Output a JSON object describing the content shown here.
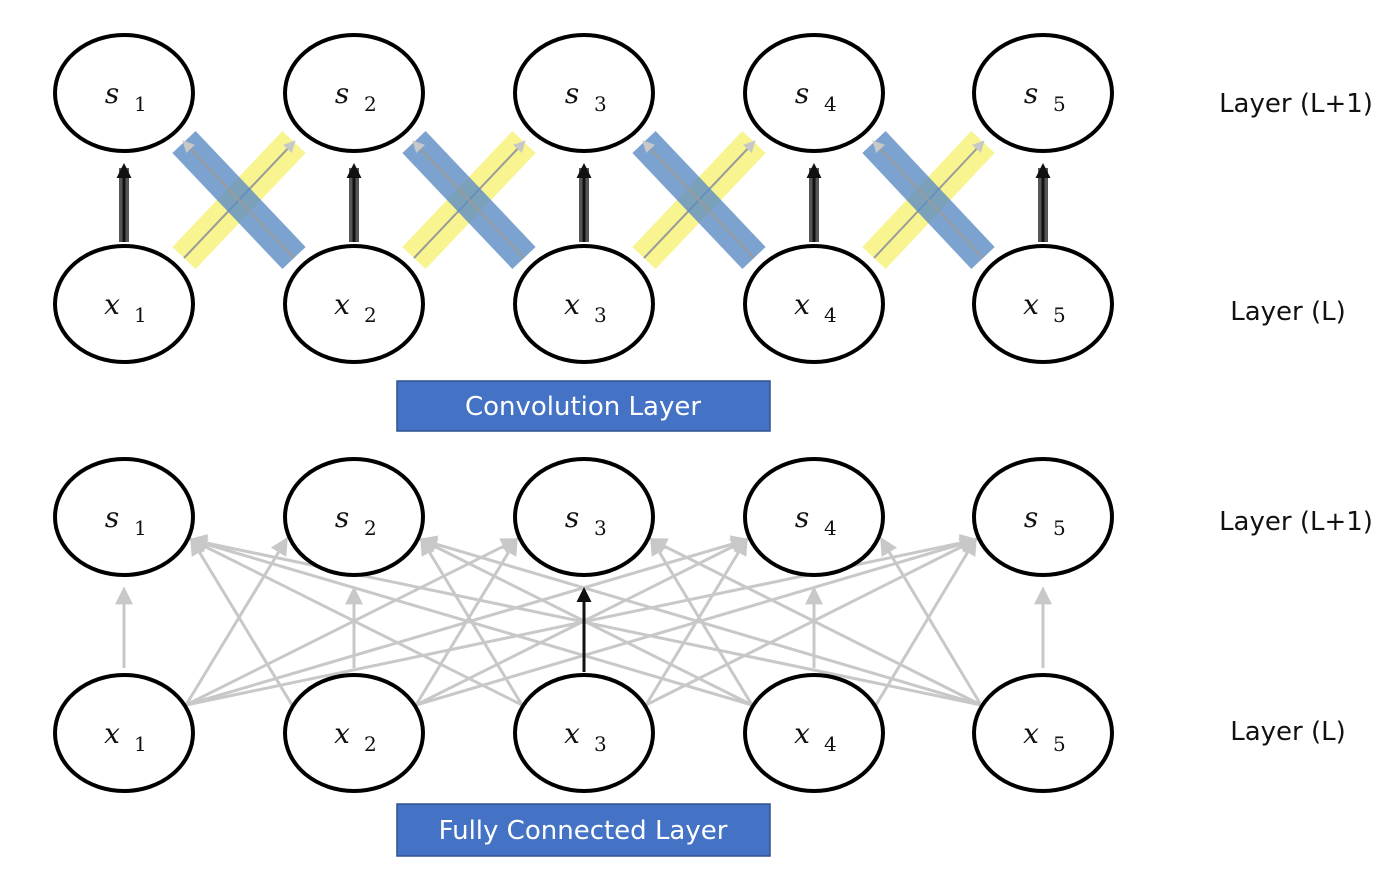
{
  "conv": {
    "title": "Convolution Layer",
    "upper_layer_label": "Layer (L+1)",
    "lower_layer_label": "Layer (L)",
    "outputs": [
      {
        "symbol": "s",
        "sub": "1"
      },
      {
        "symbol": "s",
        "sub": "2"
      },
      {
        "symbol": "s",
        "sub": "3"
      },
      {
        "symbol": "s",
        "sub": "4"
      },
      {
        "symbol": "s",
        "sub": "5"
      }
    ],
    "inputs": [
      {
        "symbol": "x",
        "sub": "1"
      },
      {
        "symbol": "x",
        "sub": "2"
      },
      {
        "symbol": "x",
        "sub": "3"
      },
      {
        "symbol": "x",
        "sub": "4"
      },
      {
        "symbol": "x",
        "sub": "5"
      }
    ],
    "connections": [
      {
        "from": 0,
        "to": 0,
        "kind": "direct"
      },
      {
        "from": 0,
        "to": 1,
        "kind": "yellow"
      },
      {
        "from": 1,
        "to": 0,
        "kind": "blue"
      },
      {
        "from": 1,
        "to": 1,
        "kind": "direct"
      },
      {
        "from": 1,
        "to": 2,
        "kind": "yellow"
      },
      {
        "from": 2,
        "to": 1,
        "kind": "blue"
      },
      {
        "from": 2,
        "to": 2,
        "kind": "direct"
      },
      {
        "from": 2,
        "to": 3,
        "kind": "yellow"
      },
      {
        "from": 3,
        "to": 2,
        "kind": "blue"
      },
      {
        "from": 3,
        "to": 3,
        "kind": "direct"
      },
      {
        "from": 3,
        "to": 4,
        "kind": "yellow"
      },
      {
        "from": 4,
        "to": 3,
        "kind": "blue"
      },
      {
        "from": 4,
        "to": 4,
        "kind": "direct"
      }
    ]
  },
  "fc": {
    "title": "Fully Connected Layer",
    "upper_layer_label": "Layer (L+1)",
    "lower_layer_label": "Layer (L)",
    "outputs": [
      {
        "symbol": "s",
        "sub": "1"
      },
      {
        "symbol": "s",
        "sub": "2"
      },
      {
        "symbol": "s",
        "sub": "3"
      },
      {
        "symbol": "s",
        "sub": "4"
      },
      {
        "symbol": "s",
        "sub": "5"
      }
    ],
    "inputs": [
      {
        "symbol": "x",
        "sub": "1"
      },
      {
        "symbol": "x",
        "sub": "2"
      },
      {
        "symbol": "x",
        "sub": "3"
      },
      {
        "symbol": "x",
        "sub": "4"
      },
      {
        "symbol": "x",
        "sub": "5"
      }
    ],
    "highlighted_connection": {
      "from": 2,
      "to": 2
    }
  },
  "colors": {
    "yellow_highlight": "#f5f06a",
    "blue_highlight": "#5b8cc4",
    "title_box": "#4472c4",
    "faint_edge": "#c8c8c8",
    "strong_edge": "#111111"
  }
}
